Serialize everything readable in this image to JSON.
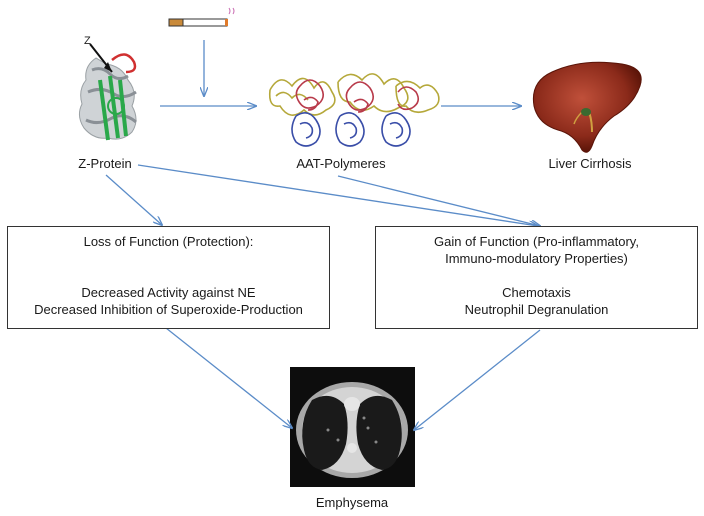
{
  "nodes": {
    "z_protein": "Z-Protein",
    "z_marker": "Z",
    "polymers": "AAT-Polymeres",
    "liver": "Liver Cirrhosis",
    "emphysema": "Emphysema"
  },
  "loss_box": {
    "title": "Loss of Function (Protection):",
    "item1": "Decreased  Activity against NE",
    "item2": "Decreased  Inhibition of Superoxide-Production"
  },
  "gain_box": {
    "title1": "Gain of Function (Pro-inflammatory,",
    "title2": "Immuno-modulatory Properties)",
    "item1": "Chemotaxis",
    "item2": "Neutrophil Degranulation"
  },
  "colors": {
    "arrow": "#5b8cc8",
    "box_border": "#333333",
    "polymer_yellow": "#b5a83a",
    "polymer_red": "#b83a4a",
    "polymer_blue": "#3a4ea8",
    "liver": "#8b2a1a",
    "protein_green": "#2aa84a"
  },
  "icons": [
    "cigarette-icon",
    "protein-structure-icon",
    "polymer-structure-icon",
    "liver-icon",
    "lung-ct-scan-icon"
  ]
}
